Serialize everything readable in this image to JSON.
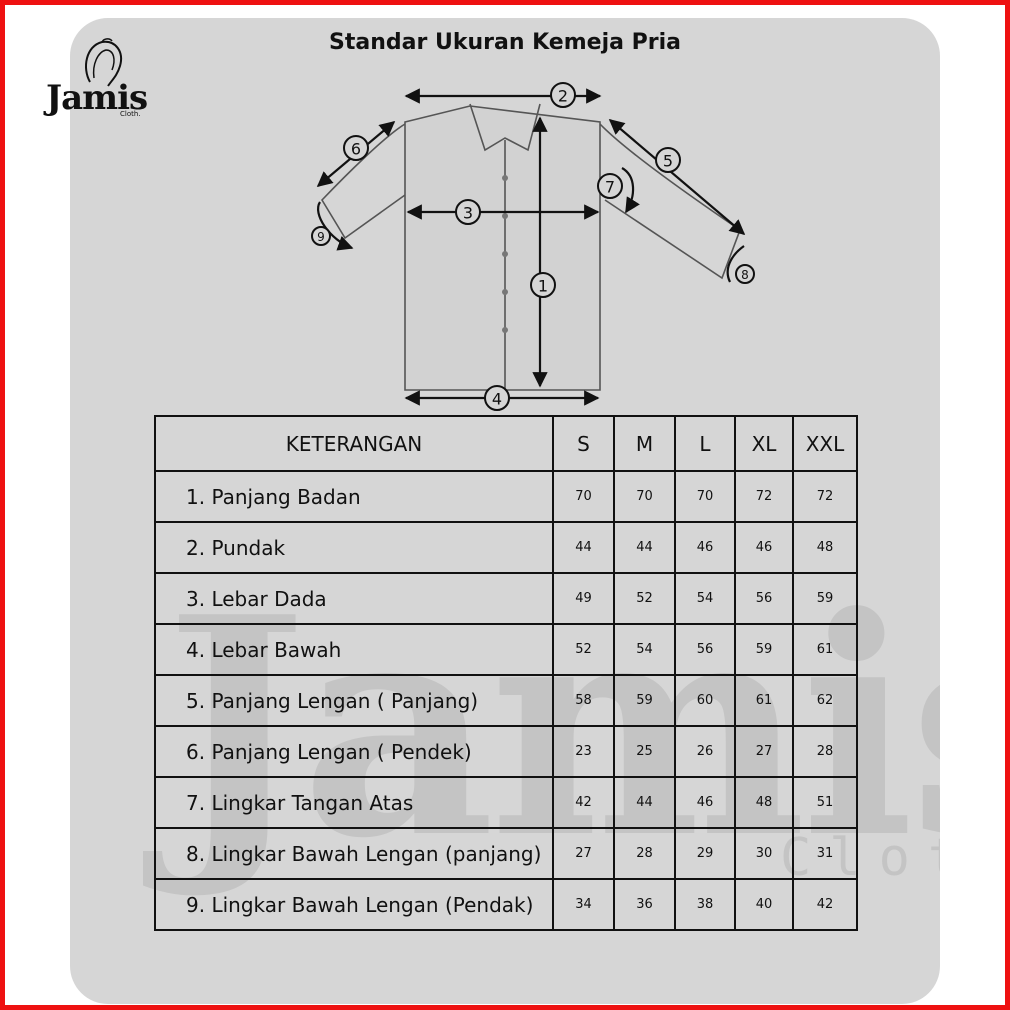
{
  "title": "Standar Ukuran Kemeja Pria",
  "logo": {
    "name": "Jamis",
    "sub": "Cloth."
  },
  "watermark": {
    "big": "Jamis",
    "small": "Cloth."
  },
  "diagram": {
    "markers": [
      "1",
      "2",
      "3",
      "4",
      "5",
      "6",
      "7",
      "8",
      "9"
    ]
  },
  "table": {
    "headers": [
      "KETERANGAN",
      "S",
      "M",
      "L",
      "XL",
      "XXL"
    ],
    "rows": [
      {
        "label": "1. Panjang Badan",
        "values": [
          "70",
          "70",
          "70",
          "72",
          "72"
        ]
      },
      {
        "label": "2. Pundak",
        "values": [
          "44",
          "44",
          "46",
          "46",
          "48"
        ]
      },
      {
        "label": "3. Lebar Dada",
        "values": [
          "49",
          "52",
          "54",
          "56",
          "59"
        ]
      },
      {
        "label": "4. Lebar Bawah",
        "values": [
          "52",
          "54",
          "56",
          "59",
          "61"
        ]
      },
      {
        "label": "5. Panjang Lengan ( Panjang)",
        "values": [
          "58",
          "59",
          "60",
          "61",
          "62"
        ]
      },
      {
        "label": "6. Panjang Lengan ( Pendek)",
        "values": [
          "23",
          "25",
          "26",
          "27",
          "28"
        ]
      },
      {
        "label": "7. Lingkar Tangan Atas",
        "values": [
          "42",
          "44",
          "46",
          "48",
          "51"
        ]
      },
      {
        "label": "8. Lingkar Bawah Lengan (panjang)",
        "values": [
          "27",
          "28",
          "29",
          "30",
          "31"
        ]
      },
      {
        "label": "9. Lingkar Bawah Lengan (Pendak)",
        "values": [
          "34",
          "36",
          "38",
          "40",
          "42"
        ]
      }
    ]
  },
  "colors": {
    "border": "#ee1111",
    "card": "#d6d6d6",
    "watermark": "#c4c4c4",
    "ink": "#111111"
  }
}
